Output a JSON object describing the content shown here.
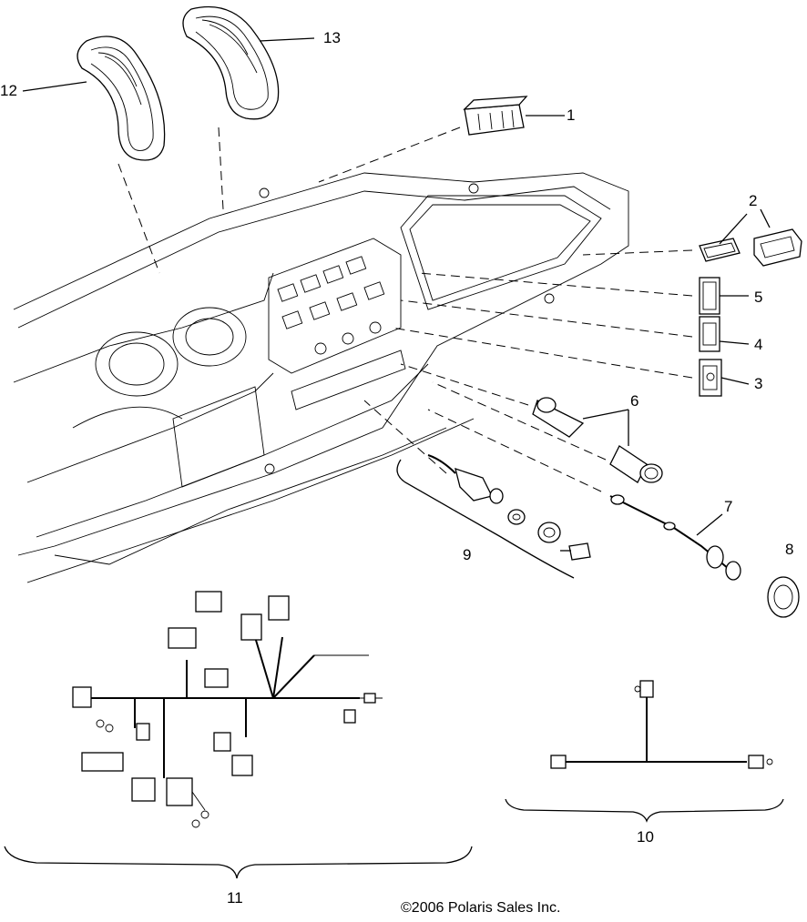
{
  "callouts": {
    "c1": "1",
    "c2": "2",
    "c3": "3",
    "c4": "4",
    "c5": "5",
    "c6": "6",
    "c7": "7",
    "c8": "8",
    "c9": "9",
    "c10": "10",
    "c11": "11",
    "c12": "12",
    "c13": "13"
  },
  "copyright": "©2006 Polaris Sales Inc."
}
